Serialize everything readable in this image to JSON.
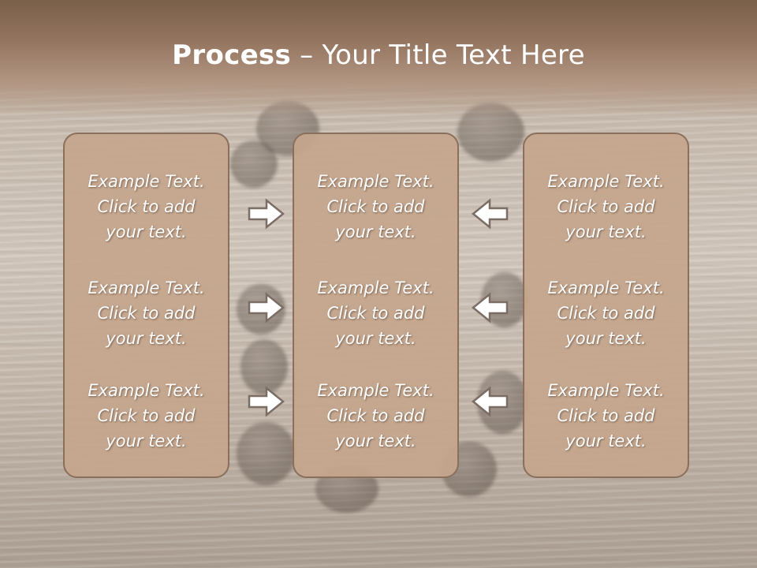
{
  "title": {
    "bold": "Process",
    "rest": " – Your Title Text Here"
  },
  "panels": [
    {
      "blocks": [
        {
          "lines": [
            "Example Text.",
            "Click  to add",
            "your text."
          ]
        },
        {
          "lines": [
            "Example Text.",
            "Click  to add",
            "your text."
          ]
        },
        {
          "lines": [
            "Example Text.",
            "Click  to add",
            "your text."
          ]
        }
      ]
    },
    {
      "blocks": [
        {
          "lines": [
            "Example Text.",
            "Click  to add",
            "your text."
          ]
        },
        {
          "lines": [
            "Example Text.",
            "Click  to add",
            "your text."
          ]
        },
        {
          "lines": [
            "Example Text.",
            "Click  to add",
            "your text."
          ]
        }
      ]
    },
    {
      "blocks": [
        {
          "lines": [
            "Example Text.",
            "Click  to add",
            "your text."
          ]
        },
        {
          "lines": [
            "Example Text.",
            "Click  to add",
            "your text."
          ]
        },
        {
          "lines": [
            "Example Text.",
            "Click  to add",
            "your text."
          ]
        }
      ]
    }
  ],
  "arrows": {
    "left_group": "right-arrow-icon",
    "right_group": "left-arrow-icon"
  },
  "colors": {
    "panel_fill": "#c5a68d",
    "panel_border": "#8a6f5c",
    "title_band": "#7a5f49",
    "text": "#ffffff"
  }
}
